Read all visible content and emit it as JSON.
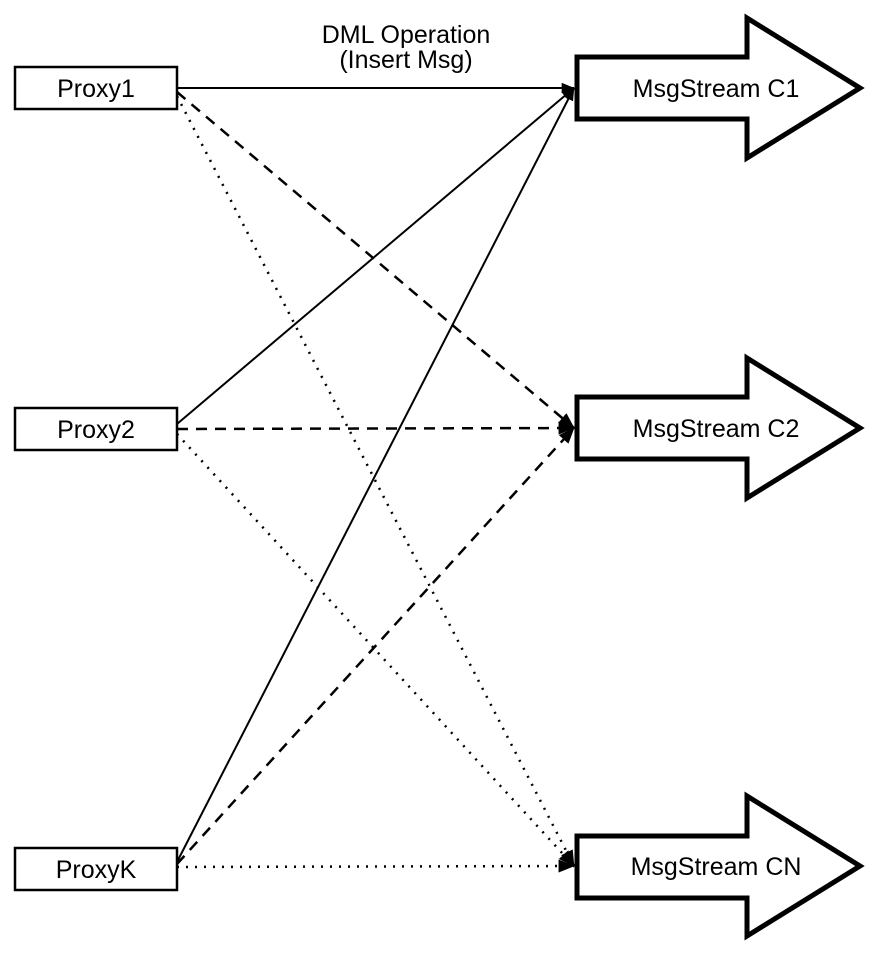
{
  "diagram": {
    "title": {
      "line1": "DML Operation",
      "line2": "(Insert Msg)"
    },
    "proxies": [
      {
        "id": "proxy1",
        "label": "Proxy1"
      },
      {
        "id": "proxy2",
        "label": "Proxy2"
      },
      {
        "id": "proxyK",
        "label": "ProxyK"
      }
    ],
    "streams": [
      {
        "id": "c1",
        "label": "MsgStream C1",
        "incoming_line_style": "solid"
      },
      {
        "id": "c2",
        "label": "MsgStream C2",
        "incoming_line_style": "dashed"
      },
      {
        "id": "cn",
        "label": "MsgStream CN",
        "incoming_line_style": "dotted"
      }
    ],
    "edges": [
      {
        "from": "Proxy1",
        "to": "MsgStream C1",
        "style": "solid"
      },
      {
        "from": "Proxy1",
        "to": "MsgStream C2",
        "style": "dashed"
      },
      {
        "from": "Proxy1",
        "to": "MsgStream CN",
        "style": "dotted"
      },
      {
        "from": "Proxy2",
        "to": "MsgStream C1",
        "style": "solid"
      },
      {
        "from": "Proxy2",
        "to": "MsgStream C2",
        "style": "dashed"
      },
      {
        "from": "Proxy2",
        "to": "MsgStream CN",
        "style": "dotted"
      },
      {
        "from": "ProxyK",
        "to": "MsgStream C1",
        "style": "solid"
      },
      {
        "from": "ProxyK",
        "to": "MsgStream C2",
        "style": "dashed"
      },
      {
        "from": "ProxyK",
        "to": "MsgStream CN",
        "style": "dotted"
      }
    ],
    "colors": {
      "stroke": "#000000",
      "fill": "#ffffff",
      "background": "#ffffff"
    }
  }
}
